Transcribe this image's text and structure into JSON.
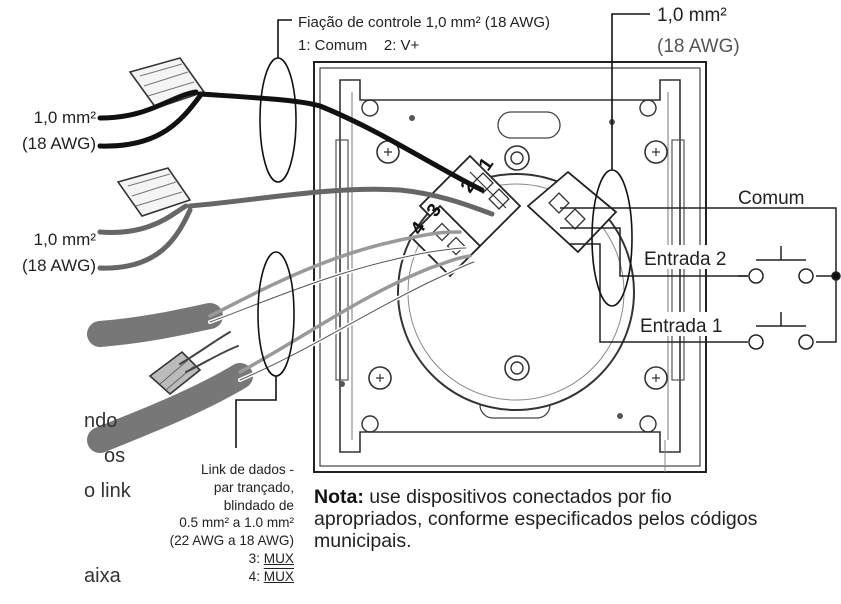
{
  "control_wiring": {
    "title": "Fiação de controle 1,0 mm² (18 AWG)",
    "terminals": "1: Comum    2: V+"
  },
  "wire_gauge_top_right": {
    "line1": "1,0 mm²",
    "line2": "(18 AWG)"
  },
  "wire_gauge_left_1": {
    "line1": "1,0 mm²",
    "line2": "(18 AWG)"
  },
  "wire_gauge_left_2": {
    "line1": "1,0 mm²",
    "line2": "(18 AWG)"
  },
  "inputs": {
    "common": "Comum",
    "input2": "Entrada 2",
    "input1": "Entrada 1"
  },
  "terminal_numbers": [
    "1",
    "2",
    "3",
    "4"
  ],
  "data_link": {
    "line1": "Link de dados -",
    "line2": "par trançado,",
    "line3": "blindado de",
    "line4": "0.5 mm² a 1.0 mm²",
    "line5": "(22 AWG a 18 AWG)",
    "line6_prefix": "3: ",
    "line6_signal": "MUX",
    "line7_prefix": "4: ",
    "line7_signal": "MUX"
  },
  "note": {
    "label": "Nota:",
    "text": " use dispositivos conectados por fio apropriados, conforme especificados pelos códigos municipais."
  },
  "cut_off_text": [
    "ndo",
    "os",
    "o link",
    "aixa"
  ]
}
